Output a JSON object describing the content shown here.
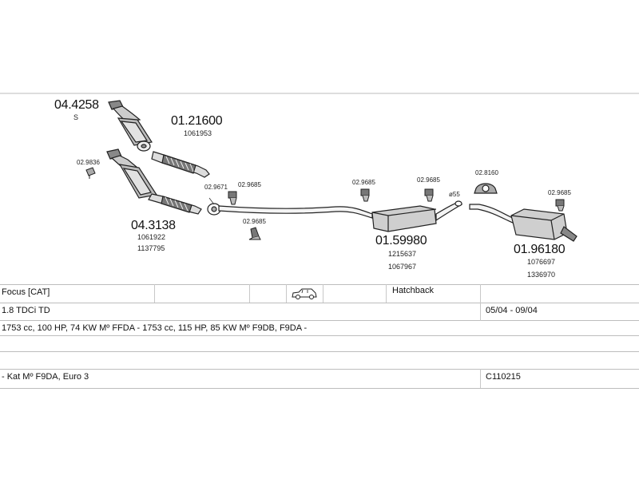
{
  "parts": {
    "p1": {
      "number": "04.4258",
      "sub": "S"
    },
    "p2": {
      "number": "01.21600",
      "ref": "1061953"
    },
    "p3": {
      "number": "02.9836"
    },
    "p4": {
      "number": "04.3138",
      "ref1": "1061922",
      "ref2": "1137795"
    },
    "p5": {
      "number": "02.9671"
    },
    "p6": {
      "number": "02.9685"
    },
    "p7": {
      "number": "02.9685"
    },
    "p8": {
      "number": "02.9685"
    },
    "p9": {
      "number": "02.9685"
    },
    "p10": {
      "number": "01.59980",
      "ref1": "1215637",
      "ref2": "1067967"
    },
    "p11": {
      "number": "ø55"
    },
    "p12": {
      "number": "02.8160"
    },
    "p13": {
      "number": "02.9685"
    },
    "p14": {
      "number": "01.96180",
      "ref1": "1076697",
      "ref2": "1336970"
    }
  },
  "table": {
    "model": "Focus  [CAT]",
    "body_type": "Hatchback",
    "engine": "1.8 TDCi TD",
    "period": "05/04 - 09/04",
    "specs": "1753 cc, 100 HP, 74 KW Mº FFDA - 1753 cc, 115 HP, 85 KW Mº F9DB, F9DA -",
    "notes": "- Kat Mº F9DA, Euro 3",
    "code": "C110215"
  },
  "icons": {
    "car": "car-icon"
  }
}
